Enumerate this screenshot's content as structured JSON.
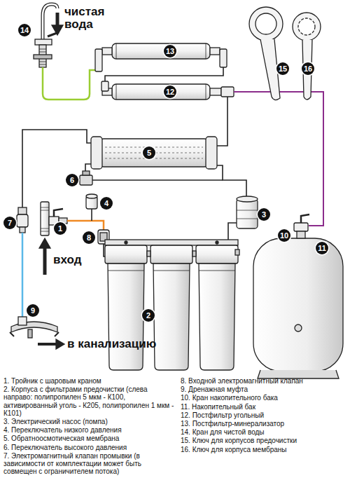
{
  "diagram": {
    "labels": [
      "1",
      "2",
      "3",
      "4",
      "5",
      "6",
      "7",
      "8",
      "9",
      "10",
      "11",
      "12",
      "13",
      "14",
      "15",
      "16",
      "чистая вода",
      "вход",
      "в канализацию",
      "1. Тройник с шаровым краном",
      "2. Корпуса с фильтрами предочистки (слева направо: полипропилен 5 мкм - К100, активированный уголь - К205, полипропилен 1 мкм - К101)",
      "3. Электрический насос (помпа)",
      "4. Переключатель низкого давления",
      "5. Обратноосмотическая мембрана",
      "6. Переключатель высокого давления",
      "7. Электромагнитный клапан промывки (в зависимости от комплектации может быть совмещен с ограничителем потока)",
      "8. Входной электромагнитный клапан",
      "9. Дренажная муфта",
      "10. Кран накопительного бака",
      "11. Накопительный бак",
      "12. Постфильтр угольный",
      "13. Постфильтр-минерализатор",
      "14. Кран для чистой воды",
      "15. Ключ для корпусов предочистки",
      "16. Ключ для корпуса мембраны"
    ]
  }
}
